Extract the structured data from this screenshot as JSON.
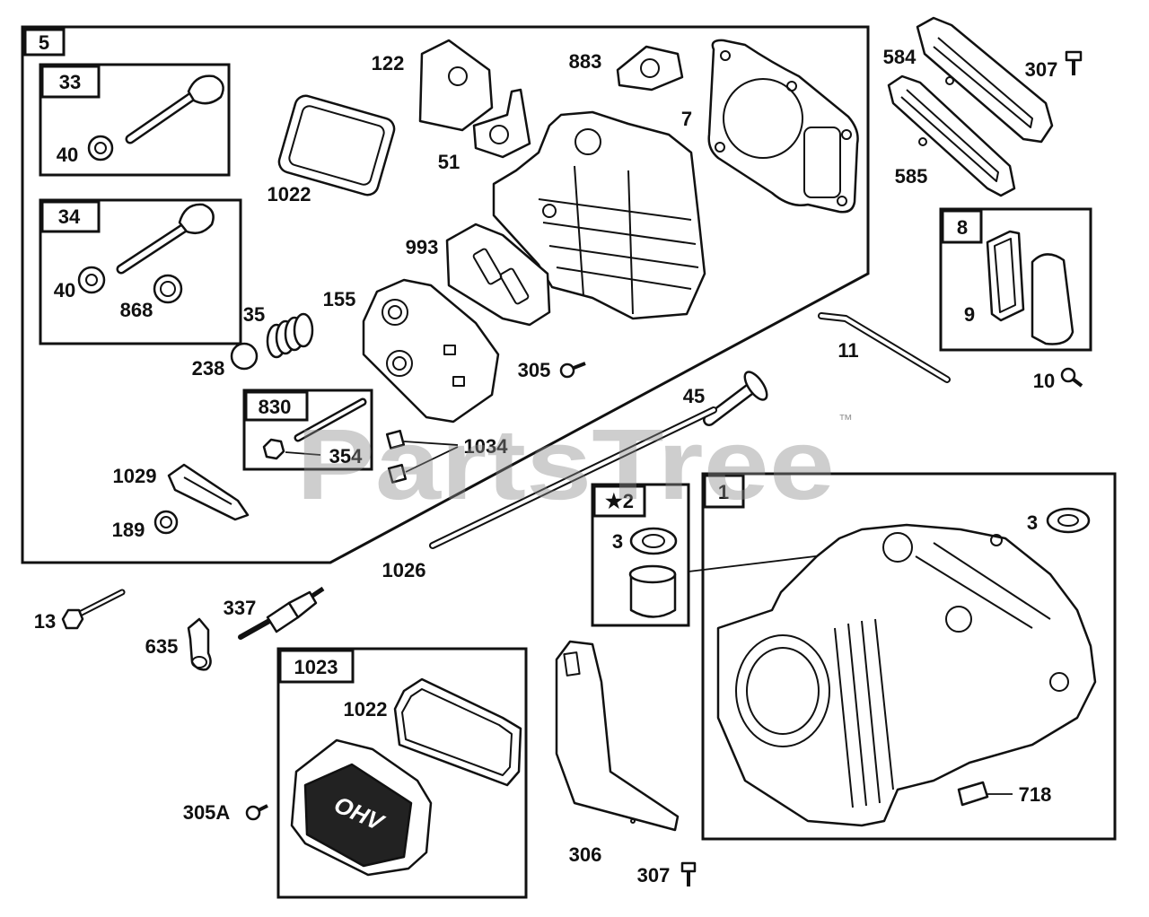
{
  "watermark": "PartsTree",
  "trademark": "™",
  "cover_emboss": "OHV",
  "boxes": {
    "assembly_5": "5",
    "kit_33": "33",
    "kit_34": "34",
    "kit_8": "8",
    "kit_830": "830",
    "kit_2": "★2",
    "kit_1": "1",
    "kit_1023": "1023"
  },
  "callouts": {
    "p40a": "40",
    "p40b": "40",
    "p868": "868",
    "p122": "122",
    "p883": "883",
    "p7": "7",
    "p584": "584",
    "p307a": "307",
    "p51": "51",
    "p1022a": "1022",
    "p585": "585",
    "p993": "993",
    "p155": "155",
    "p35": "35",
    "p9": "9",
    "p238": "238",
    "p305": "305",
    "p11": "11",
    "p10": "10",
    "p45": "45",
    "p354": "354",
    "p1034": "1034",
    "p1029": "1029",
    "p3a": "3",
    "p3b": "3",
    "p189": "189",
    "p1026": "1026",
    "p13": "13",
    "p337": "337",
    "p635": "635",
    "p1022b": "1022",
    "p718": "718",
    "p305a": "305A",
    "p306": "306",
    "p307b": "307"
  }
}
